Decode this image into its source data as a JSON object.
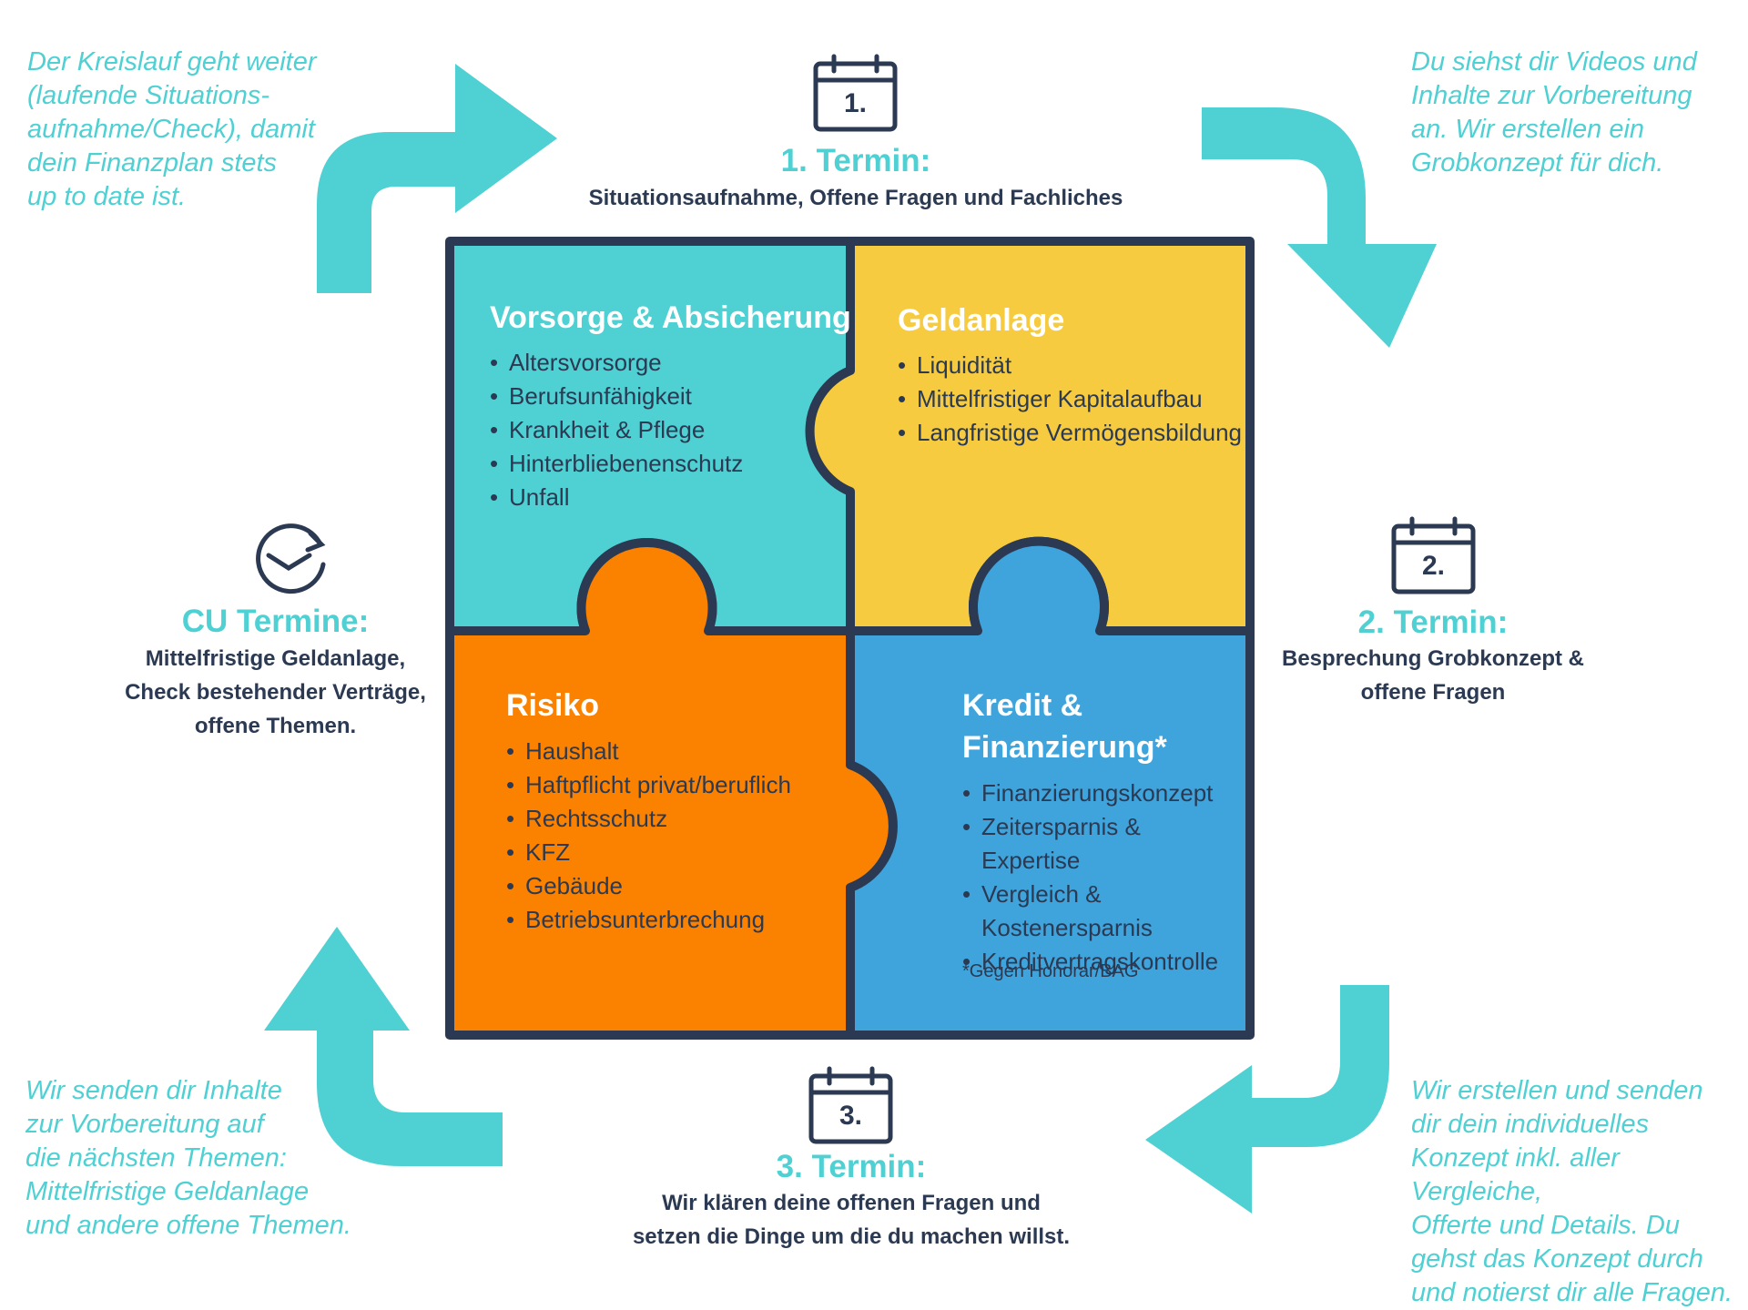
{
  "colors": {
    "accent": "#4fd0d3",
    "dark": "#2b3a52",
    "teal": "#4fd0d3",
    "yellow": "#f6cb3f",
    "orange": "#fb8200",
    "blue": "#3fa3dc"
  },
  "notes": {
    "top_left": "Der Kreislauf geht weiter\n(laufende Situations-\naufnahme/Check), damit\ndein Finanzplan stets\nup to date ist.",
    "top_right": "Du siehst dir Videos und\nInhalte zur Vorbereitung\nan. Wir erstellen ein\nGrobkonzept für dich.",
    "bottom_left": "Wir senden dir Inhalte\nzur Vorbereitung auf\ndie nächsten Themen:\nMittelfristige Geldanlage\nund andere offene Themen.",
    "bottom_right": "Wir erstellen und senden\ndir dein individuelles\nKonzept inkl. aller Vergleiche,\nOfferte und Details. Du\ngehst das Konzept durch\nund notierst dir alle Fragen."
  },
  "steps": {
    "one": {
      "icon": "calendar-icon",
      "number": "1.",
      "title": "1. Termin:",
      "text": "Situationsaufnahme, Offene Fragen und Fachliches"
    },
    "two": {
      "icon": "calendar-icon",
      "number": "2.",
      "title": "2. Termin:",
      "text": "Besprechung Grobkonzept &\noffene Fragen"
    },
    "three": {
      "icon": "calendar-icon",
      "number": "3.",
      "title": "3. Termin:",
      "text": "Wir klären deine offenen Fragen und\nsetzen die Dinge um die du machen willst."
    },
    "cu": {
      "icon": "clock-refresh-icon",
      "title": "CU Termine:",
      "text": "Mittelfristige Geldanlage,\nCheck bestehender Verträge,\noffene Themen."
    }
  },
  "puzzle": {
    "vorsorge": {
      "title": "Vorsorge & Absicherung",
      "items": [
        "Altersvorsorge",
        "Berufsunfähigkeit",
        "Krankheit & Pflege",
        "Hinterbliebenenschutz",
        "Unfall"
      ]
    },
    "geldanlage": {
      "title": "Geldanlage",
      "items": [
        "Liquidität",
        "Mittelfristiger Kapitalaufbau",
        "Langfristige Vermögensbildung"
      ]
    },
    "risiko": {
      "title": "Risiko",
      "items": [
        "Haushalt",
        "Haftpflicht privat/beruflich",
        "Rechtsschutz",
        "KFZ",
        "Gebäude",
        "Betriebsunterbrechung"
      ]
    },
    "kredit": {
      "title": "Kredit &\nFinanzierung*",
      "items": [
        "Finanzierungskonzept",
        "Zeitersparnis & Expertise",
        "Vergleich &\nKostenersparnis",
        "Kreditvertragskontrolle"
      ],
      "footnote": "*Gegen Honorar/BAG"
    }
  }
}
